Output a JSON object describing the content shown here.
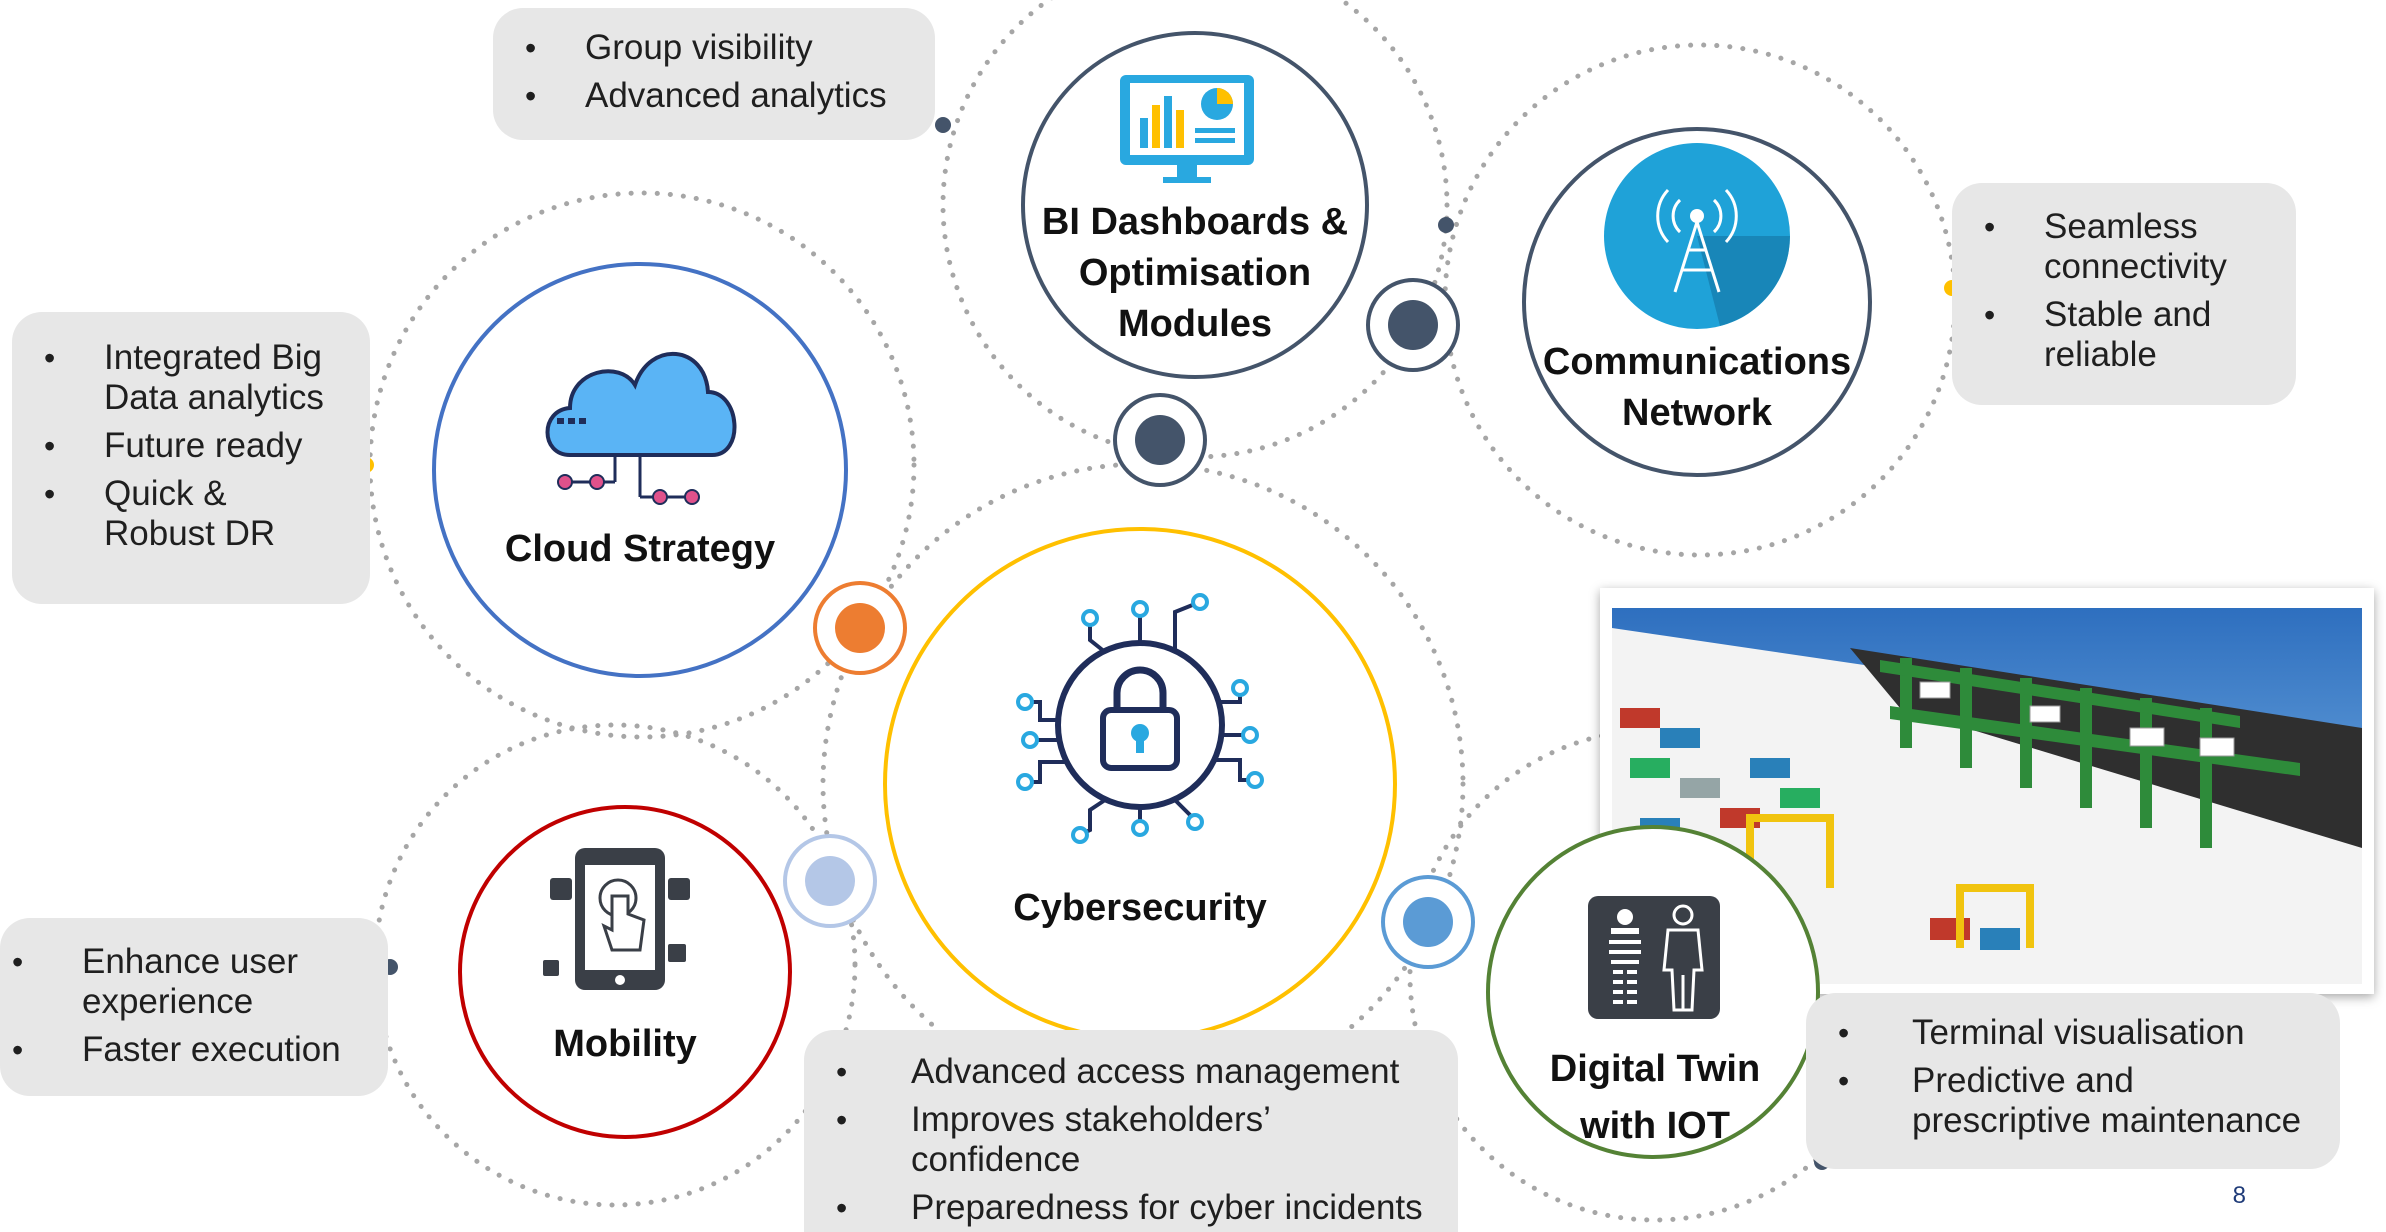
{
  "hubs": {
    "bi": "BI Dashboards & Optimisation Modules",
    "comms": "Communications Network",
    "cloud": "Cloud Strategy",
    "cyber": "Cybersecurity",
    "mobility": "Mobility",
    "twin": "Digital Twin with IOT"
  },
  "callouts": {
    "bi": [
      "Group visibility",
      "Advanced analytics"
    ],
    "comms": [
      "Seamless connectivity",
      "Stable and reliable"
    ],
    "cloud": [
      "Integrated Big Data analytics",
      "Future ready",
      "Quick & Robust DR"
    ],
    "mobility": [
      "Enhance user experience",
      "Faster execution"
    ],
    "cyber": [
      "Advanced access management",
      "Improves stakeholders’ confidence",
      "Preparedness for cyber incidents"
    ],
    "twin": [
      "Terminal visualisation",
      "Predictive and prescriptive maintenance"
    ]
  },
  "page_number": "8",
  "icons": {
    "bi": "dashboard-monitor-icon",
    "comms": "radio-tower-icon",
    "cloud": "cloud-network-icon",
    "cyber": "circuit-lock-icon",
    "mobility": "touch-phone-icon",
    "twin": "digital-human-icon"
  },
  "colors": {
    "bi": "#44546a",
    "comms": "#44546a",
    "cloud": "#4472c4",
    "cyber": "#ffc000",
    "mobility": "#c00000",
    "twin": "#548235",
    "orange": "#ed7d31",
    "callout_bg": "#e7e7e7"
  }
}
